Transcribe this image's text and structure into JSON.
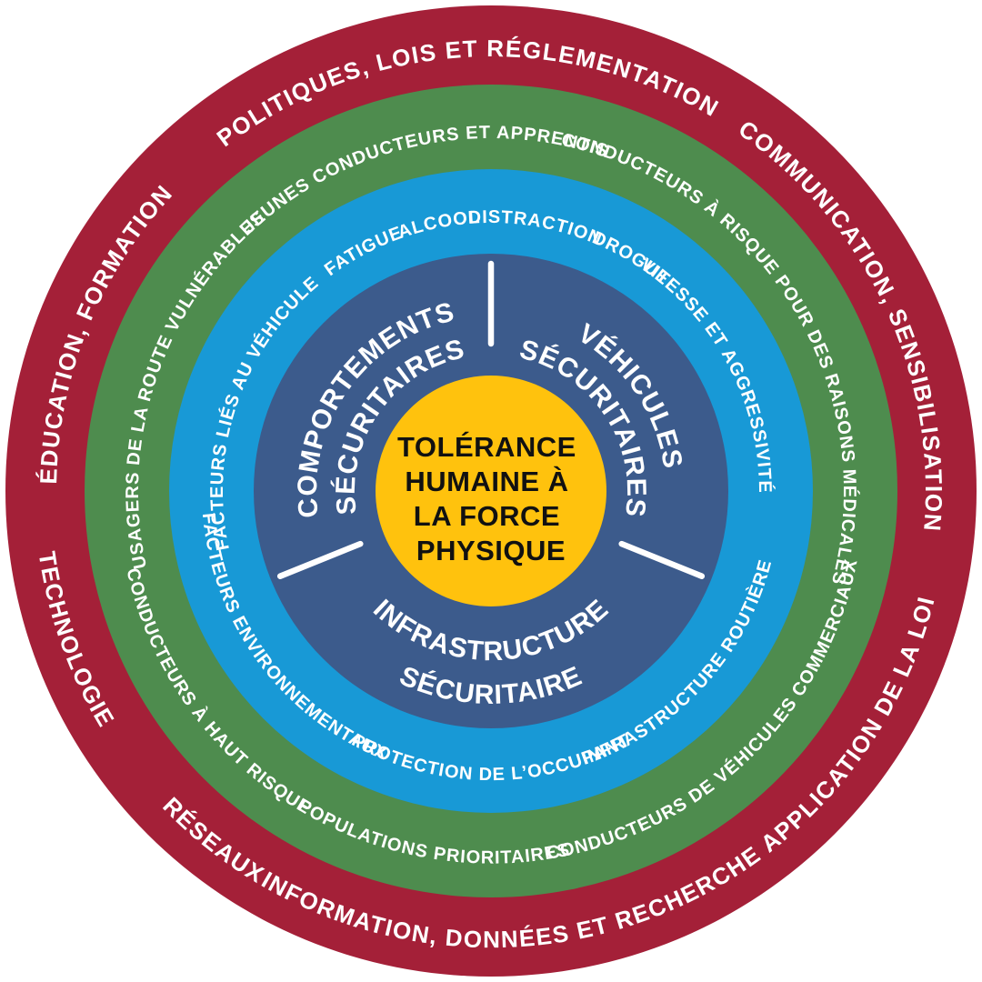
{
  "colors": {
    "interventions_ring": "#A42038",
    "road_users_ring": "#4E8C4E",
    "risk_factors_ring": "#1899D6",
    "pillars_ring": "#3C5B8C",
    "center_circle": "#FFC20D",
    "label_light": "#FFFFFF",
    "label_dark": "#111111"
  },
  "center": {
    "line1": "TOLÉRANCE",
    "line2": "HUMAINE À",
    "line3": "LA FORCE",
    "line4": "PHYSIQUE"
  },
  "pillars": {
    "behaviors_line1": "COMPORTEMENTS",
    "behaviors_line2": "SÉCURITAIRES",
    "vehicles_line1": "VÉHICULES",
    "vehicles_line2": "SÉCURITAIRES",
    "infrastructure_line1": "INFRASTRUCTURE",
    "infrastructure_line2": "SÉCURITAIRE"
  },
  "risk_factors": {
    "vehicle_factors": "FACTEURS LIÉS AU VÉHICULE",
    "fatigue": "FATIGUE",
    "alcohol": "ALCOOL",
    "distraction": "DISTRACTION",
    "drugs": "DROGUE",
    "speed_aggressiveness": "VITESSE ET AGGRESSIVITÉ",
    "road_infrastructure": "INFRASTRUCTURE ROUTIÈRE",
    "occupant_protection": "PROTECTION DE L’OCCUPANT",
    "environmental_factors": "FACTEURS ENVIRONNEMENTAUX"
  },
  "road_users": {
    "vulnerable_users": "USAGERS DE LA ROUTE VULNÉRABLES",
    "young_drivers": "JEUNES CONDUCTEURS ET APPRENTIS",
    "medical_risk_drivers": "CONDUCTEURS À RISQUE POUR DES RAISONS MÉDICALES",
    "commercial_drivers": "CONDUCTEURS DE VÉHICULES COMMERCIAUX",
    "priority_populations": "POPULATIONS PRIORITAIRES",
    "high_risk_drivers": "CONDUCTEURS À HAUT RISQUE"
  },
  "interventions": {
    "education": "ÉDUCATION, FORMATION",
    "policies": "POLITIQUES, LOIS ET RÉGLEMENTATION",
    "communication": "COMMUNICATION, SENSIBILISATION",
    "enforcement": "APPLICATION DE LA LOI",
    "information": "INFORMATION, DONNÉES ET RECHERCHE",
    "networks": "RÉSEAUX",
    "technology": "TECHNOLOGIE"
  }
}
